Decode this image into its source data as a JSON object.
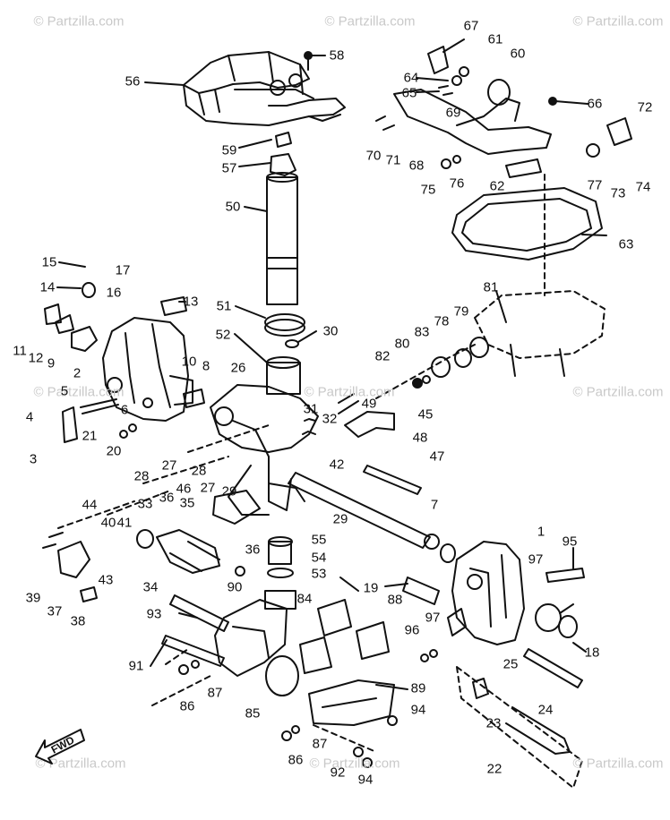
{
  "watermark": "© Partzilla.com",
  "direction_label": "FWD",
  "callouts": [
    "1",
    "2",
    "3",
    "4",
    "5",
    "6",
    "7",
    "8",
    "9",
    "10",
    "11",
    "12",
    "13",
    "14",
    "15",
    "16",
    "17",
    "18",
    "19",
    "20",
    "21",
    "22",
    "23",
    "24",
    "25",
    "26",
    "27",
    "28",
    "29",
    "30",
    "31",
    "32",
    "33",
    "34",
    "35",
    "36",
    "37",
    "38",
    "39",
    "40",
    "41",
    "42",
    "43",
    "44",
    "45",
    "46",
    "47",
    "48",
    "49",
    "50",
    "51",
    "52",
    "53",
    "54",
    "55",
    "56",
    "57",
    "58",
    "59",
    "60",
    "61",
    "62",
    "63",
    "64",
    "65",
    "66",
    "67",
    "68",
    "69",
    "70",
    "71",
    "72",
    "73",
    "74",
    "75",
    "76",
    "77",
    "78",
    "79",
    "80",
    "81",
    "82",
    "83",
    "84",
    "85",
    "86",
    "87",
    "88",
    "89",
    "90",
    "91",
    "92",
    "93",
    "94",
    "95",
    "96",
    "97"
  ],
  "colors": {
    "ink": "#111111",
    "watermark": "#c9c9c9",
    "background": "#ffffff"
  }
}
